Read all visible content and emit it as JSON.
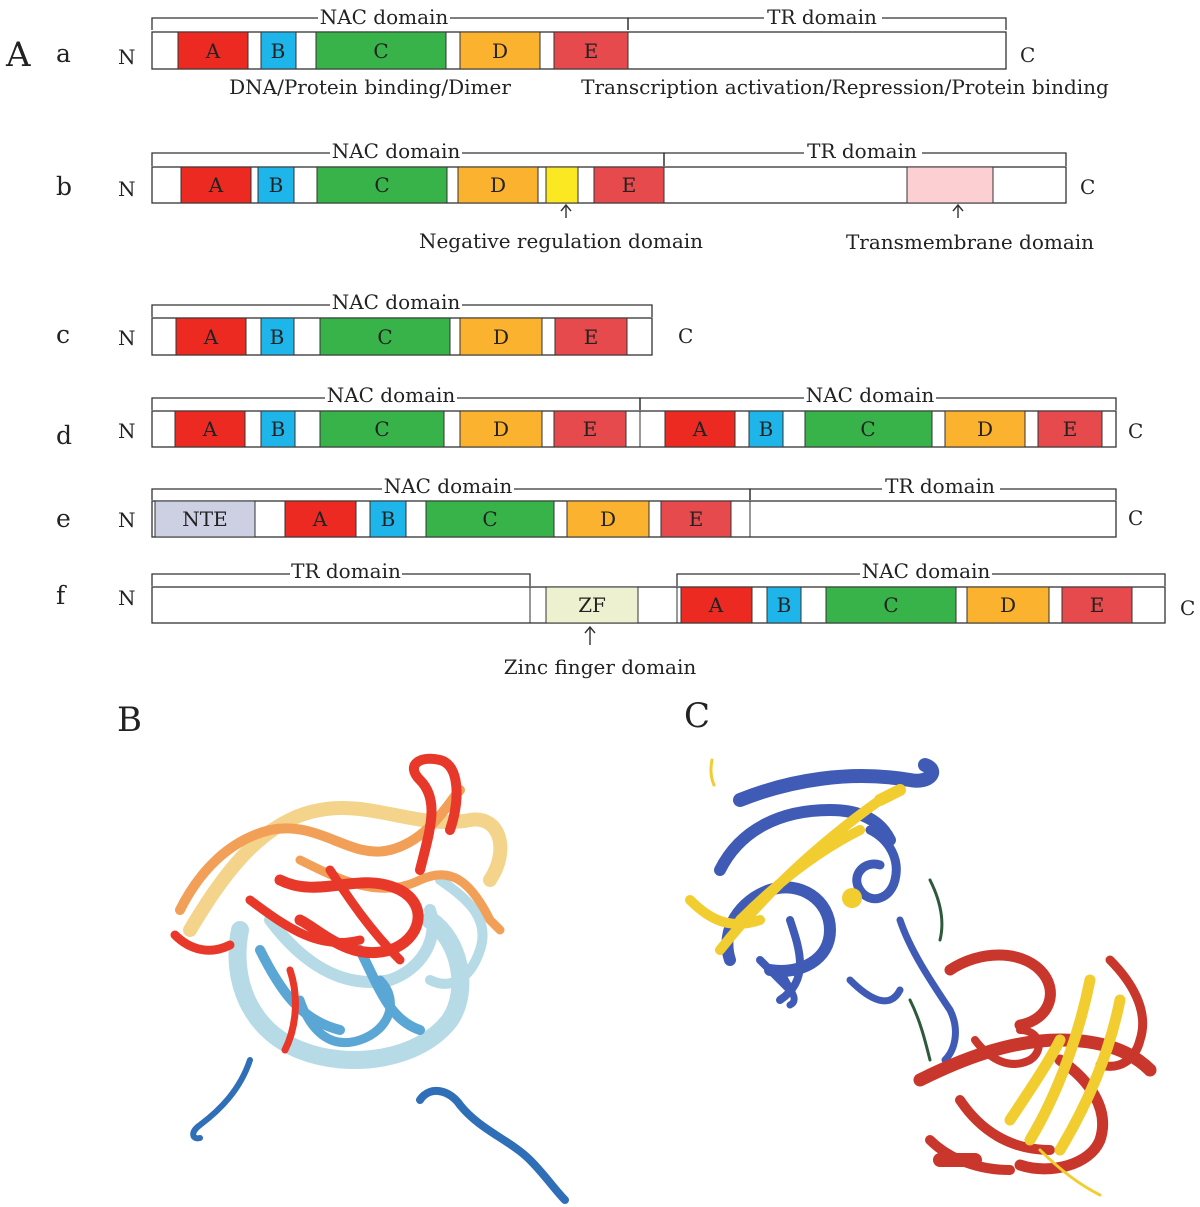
{
  "panels": {
    "A": "A",
    "B": "B",
    "C": "C"
  },
  "terminus": {
    "n": "N",
    "c": "C"
  },
  "colors": {
    "A": "#ec2a22",
    "B": "#1eb6ea",
    "C": "#37b349",
    "D": "#fbb22e",
    "E": "#e64a4d",
    "NRD": "#fbe823",
    "TM": "#fcd0d3",
    "NTE": "#cdd0e3",
    "ZF": "#eef1d0",
    "outline": "#333333"
  },
  "rows": [
    {
      "id": "a",
      "letter": "a",
      "domain_titles": [
        "NAC domain",
        "TR domain"
      ],
      "segments": [
        "A",
        "B",
        "C",
        "D",
        "E"
      ],
      "notes": [
        "DNA/Protein binding/Dimer",
        "Transcription activation/Repression/Protein binding"
      ]
    },
    {
      "id": "b",
      "letter": "b",
      "domain_titles": [
        "NAC domain",
        "TR domain"
      ],
      "segments": [
        "A",
        "B",
        "C",
        "D",
        "",
        "E",
        ""
      ],
      "notes": [
        "Negative regulation domain",
        "Transmembrane domain"
      ]
    },
    {
      "id": "c",
      "letter": "c",
      "domain_titles": [
        "NAC domain"
      ],
      "segments": [
        "A",
        "B",
        "C",
        "D",
        "E"
      ],
      "notes": []
    },
    {
      "id": "d",
      "letter": "d",
      "domain_titles": [
        "NAC domain",
        "NAC domain"
      ],
      "segments": [
        "A",
        "B",
        "C",
        "D",
        "E",
        "A",
        "B",
        "C",
        "D",
        "E"
      ],
      "notes": []
    },
    {
      "id": "e",
      "letter": "e",
      "domain_titles": [
        "NAC domain",
        "TR domain"
      ],
      "segments": [
        "NTE",
        "A",
        "B",
        "C",
        "D",
        "E"
      ],
      "notes": []
    },
    {
      "id": "f",
      "letter": "f",
      "domain_titles": [
        "TR domain",
        "NAC domain"
      ],
      "segments": [
        "ZF",
        "A",
        "B",
        "C",
        "D",
        "E"
      ],
      "notes": [
        "Zinc finger domain"
      ]
    }
  ],
  "structures": {
    "B_colors": [
      "#e8382a",
      "#f2a057",
      "#f3d48a",
      "#b6dbe6",
      "#5aa6d4",
      "#2f6fb8"
    ],
    "C_colors": [
      "#3f5bb5",
      "#f2cd2f",
      "#c9372c"
    ]
  }
}
